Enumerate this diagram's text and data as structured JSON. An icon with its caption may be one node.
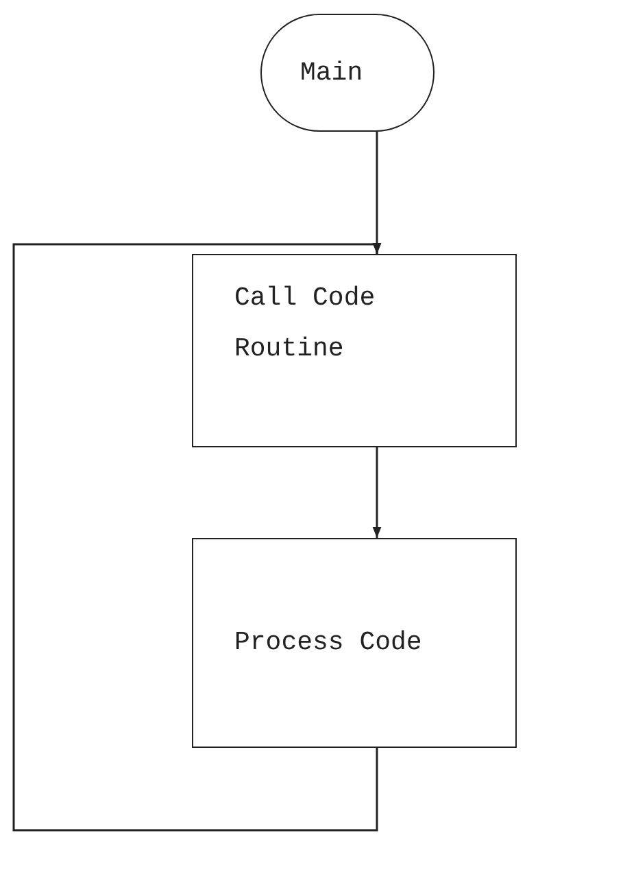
{
  "diagram": {
    "nodes": [
      {
        "text": [
          "Main"
        ]
      },
      {
        "text": [
          "Call Code Routine"
        ]
      },
      {
        "text": [
          "Process Code"
        ]
      }
    ],
    "edges": [
      {
        "from": 0,
        "to": 1,
        "arrow": "to"
      },
      {
        "from": 1,
        "to": 2,
        "arrow": "to"
      },
      {
        "from": 2,
        "to": 1,
        "arrow": "to"
      }
    ]
  }
}
